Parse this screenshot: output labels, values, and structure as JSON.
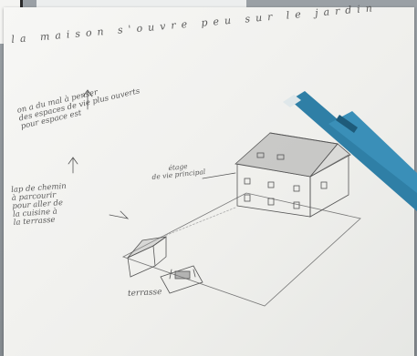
{
  "title": "la maison s'ouvre peu sur le jardin",
  "note_left_top": "on a du mal à penser\ndes espaces de vie plus ouverts\npour espace est",
  "note_left_bottom": "lap de chemin\nà parcourir\npour aller de\nla cuisine à\nla terrasse",
  "label_main_floor": "étage\nde vie principal",
  "label_terrace": "terrasse",
  "colors": {
    "paper": "#f4f4f2",
    "pencil": "#4a4a4a",
    "pen_blue": "#2f7fa6"
  }
}
